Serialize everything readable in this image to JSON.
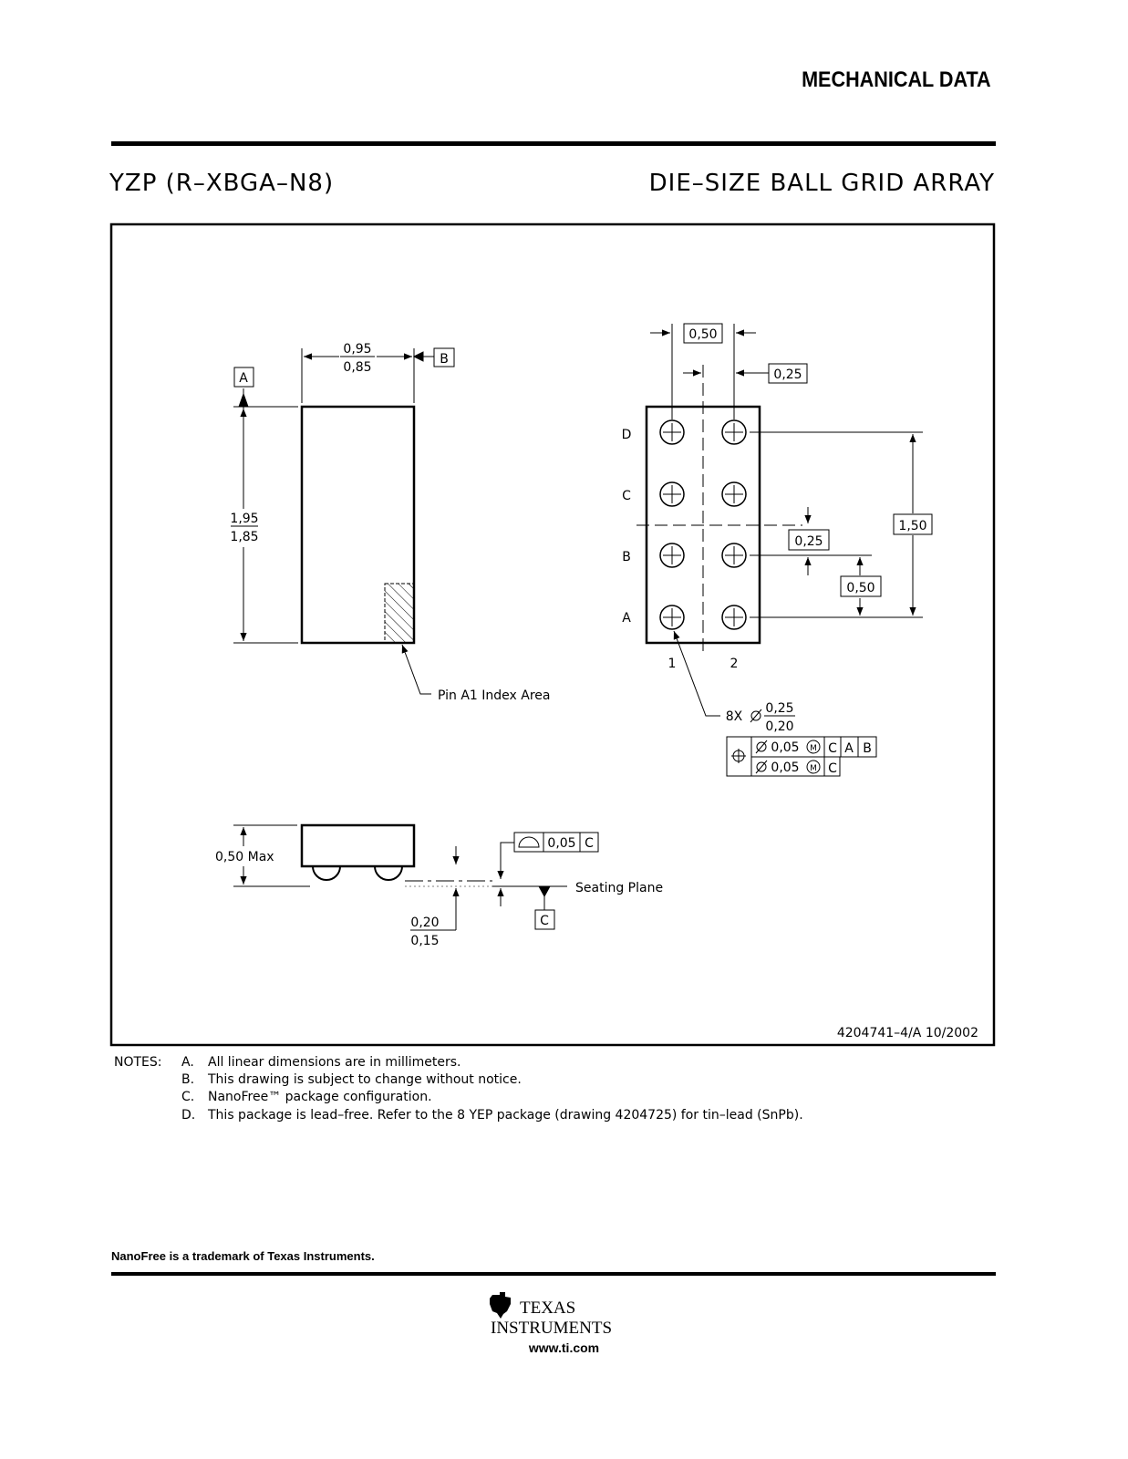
{
  "header": {
    "section_title": "MECHANICAL DATA",
    "package_code": "YZP (R–XBGA–N8)",
    "package_type": "DIE–SIZE BALL GRID ARRAY"
  },
  "drawing": {
    "datum_a": "A",
    "datum_b": "B",
    "datum_c": "C",
    "width_max": "0,95",
    "width_min": "0,85",
    "length_max": "1,95",
    "length_min": "1,85",
    "index_label": "Pin A1 Index Area",
    "pitch_x": "0,50",
    "offset_x": "0,25",
    "span_y": "1,50",
    "offset_y": "0,25",
    "pitch_y": "0,50",
    "row_labels": [
      "D",
      "C",
      "B",
      "A"
    ],
    "col_labels": [
      "1",
      "2"
    ],
    "ball_count": "8X",
    "ball_dia_max": "0,25",
    "ball_dia_min": "0,20",
    "tol_row1": [
      "0,05",
      "C",
      "A",
      "B"
    ],
    "tol_row2": [
      "0,05",
      "C"
    ],
    "mmc_symbol": "M",
    "height_label": "0,50 Max",
    "flatness_value": "0,05",
    "flatness_datum": "C",
    "seating_plane": "Seating Plane",
    "standoff_max": "0,20",
    "standoff_min": "0,15",
    "drawing_number": "4204741–4/A  10/2002"
  },
  "notes": {
    "label": "NOTES:",
    "items": [
      {
        "letter": "A.",
        "text": "All linear dimensions are in millimeters."
      },
      {
        "letter": "B.",
        "text": "This drawing is subject to change without notice."
      },
      {
        "letter": "C.",
        "text": "NanoFree™ package configuration."
      },
      {
        "letter": "D.",
        "text": "This package is lead–free.  Refer to the 8 YEP package (drawing 4204725) for tin–lead (SnPb)."
      }
    ]
  },
  "footer": {
    "trademark": "NanoFree is a trademark of Texas Instruments.",
    "logo_line1": "TEXAS",
    "logo_line2": "INSTRUMENTS",
    "url": "www.ti.com"
  }
}
